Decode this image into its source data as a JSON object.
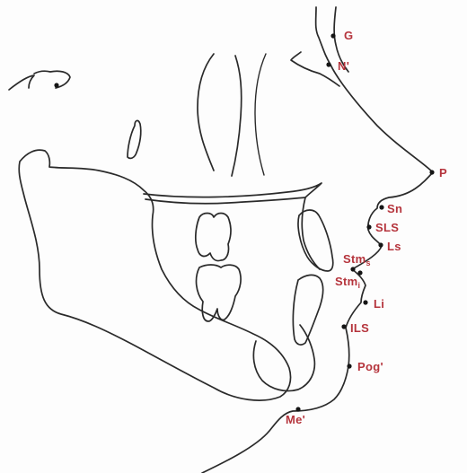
{
  "colors": {
    "label": "#b5343c",
    "line": "#2a2a2a",
    "point": "#151515"
  },
  "landmarks": [
    {
      "id": "G",
      "text": "G"
    },
    {
      "id": "N",
      "text": "N'"
    },
    {
      "id": "P",
      "text": "P"
    },
    {
      "id": "Sn",
      "text": "Sn"
    },
    {
      "id": "SLS",
      "text": "SLS"
    },
    {
      "id": "Ls",
      "text": "Ls"
    },
    {
      "id": "StmS",
      "text": "Stm",
      "sub": "s"
    },
    {
      "id": "StmI",
      "text": "Stm",
      "sub": "i"
    },
    {
      "id": "Li",
      "text": "Li"
    },
    {
      "id": "ILS",
      "text": "ILS"
    },
    {
      "id": "Pog",
      "text": "Pog'"
    },
    {
      "id": "Me",
      "text": "Me'"
    }
  ]
}
